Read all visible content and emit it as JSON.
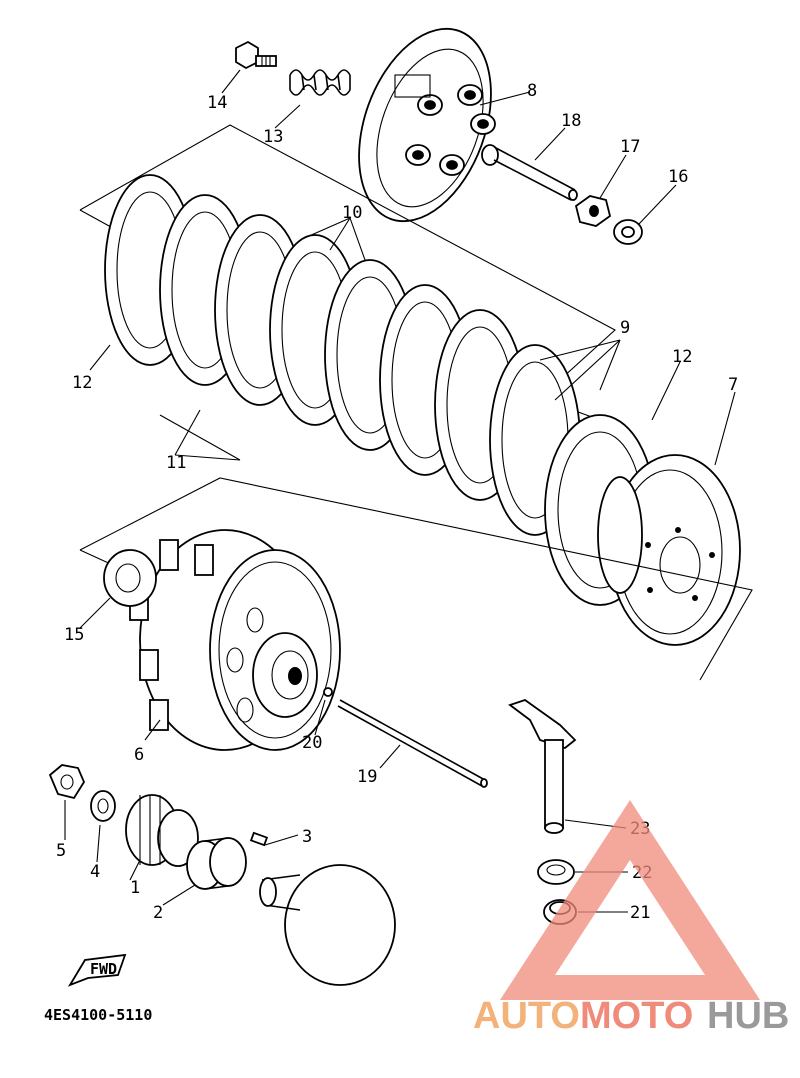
{
  "diagram": {
    "callouts": [
      {
        "id": "1",
        "label": "1"
      },
      {
        "id": "2",
        "label": "2"
      },
      {
        "id": "3",
        "label": "3"
      },
      {
        "id": "4",
        "label": "4"
      },
      {
        "id": "5",
        "label": "5"
      },
      {
        "id": "6",
        "label": "6"
      },
      {
        "id": "7",
        "label": "7"
      },
      {
        "id": "8",
        "label": "8"
      },
      {
        "id": "9",
        "label": "9"
      },
      {
        "id": "10",
        "label": "10"
      },
      {
        "id": "11",
        "label": "11"
      },
      {
        "id": "12a",
        "label": "12"
      },
      {
        "id": "12b",
        "label": "12"
      },
      {
        "id": "13",
        "label": "13"
      },
      {
        "id": "14",
        "label": "14"
      },
      {
        "id": "15",
        "label": "15"
      },
      {
        "id": "16",
        "label": "16"
      },
      {
        "id": "17",
        "label": "17"
      },
      {
        "id": "18",
        "label": "18"
      },
      {
        "id": "19",
        "label": "19"
      },
      {
        "id": "20",
        "label": "20"
      },
      {
        "id": "21",
        "label": "21"
      },
      {
        "id": "22",
        "label": "22"
      },
      {
        "id": "23",
        "label": "23"
      }
    ],
    "fwd_label": "FWD",
    "diagram_code": "4ES4100-5110"
  },
  "watermark": {
    "part1": "AUTO",
    "part2": "MOTO",
    "part3": "HUB",
    "colors": {
      "auto": "#f2b27a",
      "moto": "#f08a7a",
      "hub": "#9a9a9a",
      "triangle": "#f08a7a"
    }
  }
}
